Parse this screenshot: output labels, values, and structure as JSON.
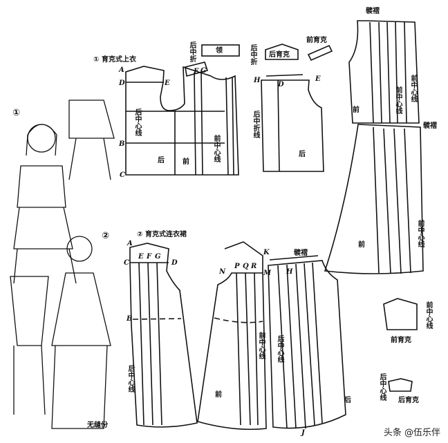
{
  "section1": {
    "number": "①",
    "title": "育克式上衣"
  },
  "section2": {
    "number": "②",
    "title": "育克式连衣裙"
  },
  "pieces": {
    "collar": "领",
    "back_yoke": "后育克",
    "front_yoke": "前育克",
    "back": "后",
    "front": "前",
    "back_center_fold": "后中折",
    "back_center_fold_line": "后中折线",
    "back_center_line": "后中心线",
    "front_center_line": "前中心线",
    "gathers": "襞褶"
  },
  "points": {
    "A": "A",
    "B": "B",
    "C": "C",
    "D": "D",
    "E": "E",
    "F": "F",
    "G": "G",
    "H": "H",
    "J": "J",
    "K": "K",
    "M": "M",
    "N": "N",
    "P": "P",
    "Q": "Q",
    "R": "R"
  },
  "note": "无缝份",
  "watermark": "头条 @伍乐伴"
}
